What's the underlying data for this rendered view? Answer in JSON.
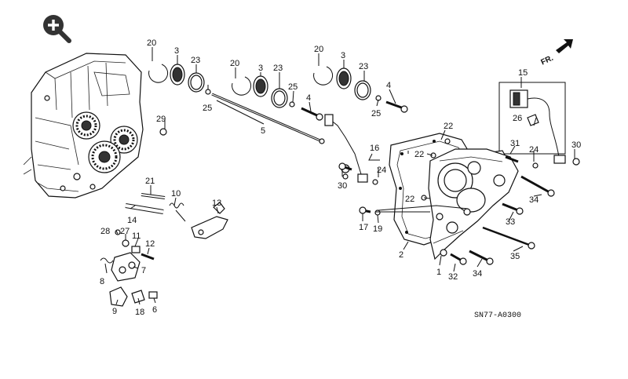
{
  "viewer": {
    "zoom_icon": "zoom-in-icon",
    "accent_color": "#333333"
  },
  "diagram": {
    "callouts": [
      {
        "id": "c1",
        "text": "20"
      },
      {
        "id": "c2",
        "text": "3"
      },
      {
        "id": "c3",
        "text": "23"
      },
      {
        "id": "c4",
        "text": "25"
      },
      {
        "id": "c5",
        "text": "20"
      },
      {
        "id": "c6",
        "text": "3"
      },
      {
        "id": "c7",
        "text": "23"
      },
      {
        "id": "c8",
        "text": "25"
      },
      {
        "id": "c9",
        "text": "20"
      },
      {
        "id": "c10",
        "text": "3"
      },
      {
        "id": "c11",
        "text": "23"
      },
      {
        "id": "c12",
        "text": "4"
      },
      {
        "id": "c13",
        "text": "4"
      },
      {
        "id": "c14",
        "text": "25"
      },
      {
        "id": "c15",
        "text": "15"
      },
      {
        "id": "c16",
        "text": "26"
      },
      {
        "id": "c17",
        "text": "29"
      },
      {
        "id": "c18",
        "text": "5"
      },
      {
        "id": "c19",
        "text": "22"
      },
      {
        "id": "c20",
        "text": "22"
      },
      {
        "id": "c21",
        "text": "16"
      },
      {
        "id": "c22",
        "text": "24"
      },
      {
        "id": "c23",
        "text": "31"
      },
      {
        "id": "c24",
        "text": "24"
      },
      {
        "id": "c25",
        "text": "30"
      },
      {
        "id": "c26",
        "text": "30"
      },
      {
        "id": "c27",
        "text": "21"
      },
      {
        "id": "c28",
        "text": "10"
      },
      {
        "id": "c29",
        "text": "13"
      },
      {
        "id": "c30",
        "text": "14"
      },
      {
        "id": "c31",
        "text": "22"
      },
      {
        "id": "c32",
        "text": "34"
      },
      {
        "id": "c33",
        "text": "17"
      },
      {
        "id": "c34",
        "text": "19"
      },
      {
        "id": "c35",
        "text": "33"
      },
      {
        "id": "c36",
        "text": "28"
      },
      {
        "id": "c37",
        "text": "27"
      },
      {
        "id": "c38",
        "text": "11"
      },
      {
        "id": "c39",
        "text": "12"
      },
      {
        "id": "c40",
        "text": "2"
      },
      {
        "id": "c41",
        "text": "35"
      },
      {
        "id": "c42",
        "text": "7"
      },
      {
        "id": "c43",
        "text": "8"
      },
      {
        "id": "c44",
        "text": "1"
      },
      {
        "id": "c45",
        "text": "32"
      },
      {
        "id": "c46",
        "text": "34"
      },
      {
        "id": "c47",
        "text": "9"
      },
      {
        "id": "c48",
        "text": "18"
      },
      {
        "id": "c49",
        "text": "6"
      }
    ],
    "direction_label": "FR.",
    "diagram_code": "SN77-A0300"
  }
}
